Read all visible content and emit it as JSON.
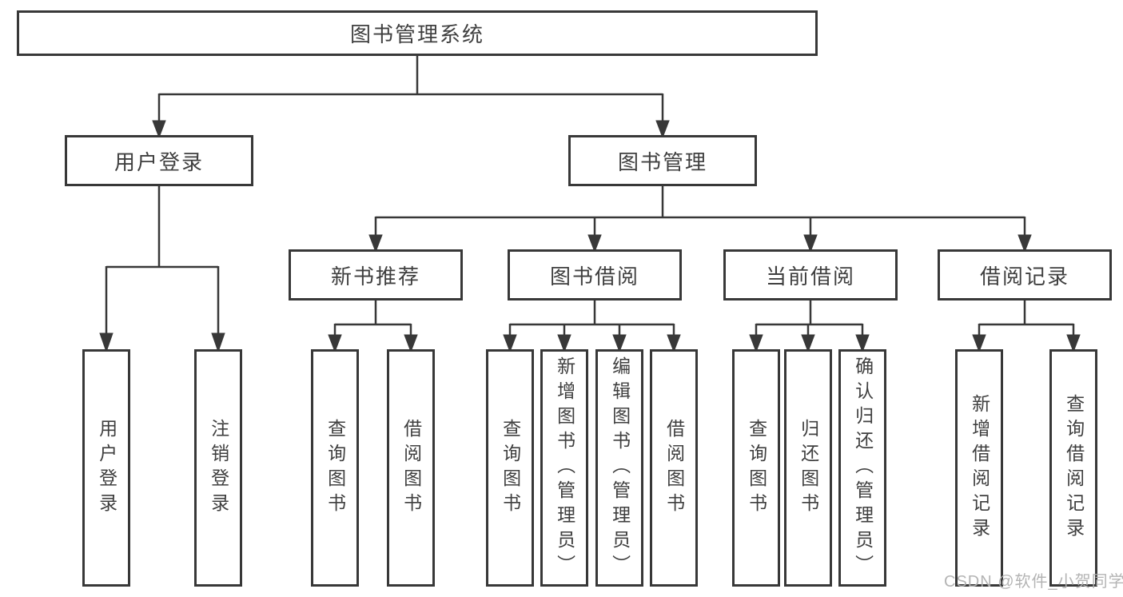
{
  "tree": {
    "root": {
      "label": "图书管理系统"
    },
    "user_login": {
      "label": "用户登录",
      "children": [
        {
          "label": "用户登录"
        },
        {
          "label": "注销登录"
        }
      ]
    },
    "book_management": {
      "label": "图书管理",
      "sections": {
        "new_book_recommend": {
          "label": "新书推荐",
          "children": [
            {
              "label": "查询图书"
            },
            {
              "label": "借阅图书"
            }
          ]
        },
        "book_borrow": {
          "label": "图书借阅",
          "children": [
            {
              "label": "查询图书"
            },
            {
              "label": "新增图书（管理员）"
            },
            {
              "label": "编辑图书（管理员）"
            },
            {
              "label": "借阅图书"
            }
          ]
        },
        "current_borrow": {
          "label": "当前借阅",
          "children": [
            {
              "label": "查询图书"
            },
            {
              "label": "归还图书"
            },
            {
              "label": "确认归还（管理员）"
            }
          ]
        },
        "borrow_records": {
          "label": "借阅记录",
          "children": [
            {
              "label": "新增借阅记录"
            },
            {
              "label": "查询借阅记录"
            }
          ]
        }
      }
    }
  },
  "watermark": "CSDN @软件_小贺同学",
  "colors": {
    "line": "#383838",
    "text": "#3f3f3f",
    "background": "#ffffff",
    "watermark": "#b0b0b0"
  }
}
